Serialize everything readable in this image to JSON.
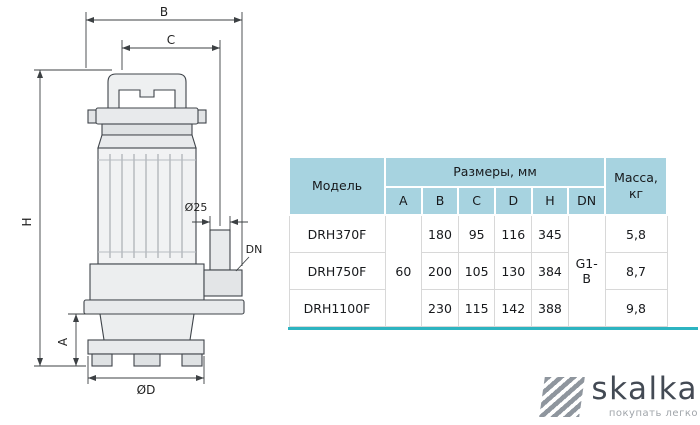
{
  "diagram": {
    "labels": {
      "b": "B",
      "c": "C",
      "h": "H",
      "a": "A",
      "d": "ØD",
      "d25": "Ø25",
      "dn": "DN"
    }
  },
  "table": {
    "model_header": "Модель",
    "dims_header": "Размеры, мм",
    "mass_header": "Масса, кг",
    "dim_cols": [
      "A",
      "B",
      "C",
      "D",
      "H",
      "DN"
    ],
    "a_shared": "60",
    "dn_shared": "G1-B",
    "rows": [
      {
        "model": "DRH370F",
        "b": "180",
        "c": "95",
        "d": "116",
        "h": "345",
        "mass": "5,8"
      },
      {
        "model": "DRH750F",
        "b": "200",
        "c": "105",
        "d": "130",
        "h": "384",
        "mass": "8,7"
      },
      {
        "model": "DRH1100F",
        "b": "230",
        "c": "115",
        "d": "142",
        "h": "388",
        "mass": "9,8"
      }
    ]
  },
  "logo": {
    "name": "skalka",
    "tagline": "покупать легко"
  },
  "colors": {
    "header_bg": "#a7d3e0",
    "accent": "#2db4c1"
  }
}
